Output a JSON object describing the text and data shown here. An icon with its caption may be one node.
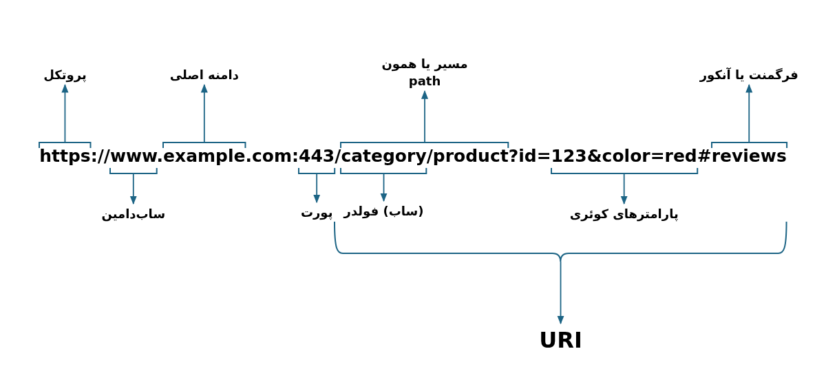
{
  "diagram": {
    "nodes": [
      {
        "text": [
          "پروتکل"
        ]
      },
      {
        "text": [
          "دامنه اصلی"
        ]
      },
      {
        "text": [
          "مسیر یا همون path"
        ]
      },
      {
        "text": [
          "فرگمنت یا آنکور"
        ]
      },
      {
        "text": [],
        "shape": "bracket"
      },
      {
        "text": [],
        "shape": "bracket"
      },
      {
        "text": [],
        "shape": "bracket"
      },
      {
        "text": [],
        "shape": "bracket"
      },
      {
        "text": [],
        "shape": "bracket"
      },
      {
        "text": [],
        "shape": "bracket"
      },
      {
        "text": [],
        "shape": "bracket"
      },
      {
        "text": [],
        "shape": "bracket"
      },
      {
        "text": [],
        "shape": "brace"
      },
      {
        "text": [
          "ساب‌دامین"
        ]
      },
      {
        "text": [
          "پورت"
        ]
      },
      {
        "text": [
          "(ساب) فولدر"
        ]
      },
      {
        "text": [
          "پارامترهای کوئری"
        ]
      },
      {
        "text": [
          "URI"
        ]
      }
    ],
    "edges": [
      {
        "from": 4,
        "to": 0,
        "arrow": "to"
      },
      {
        "from": 5,
        "to": 1,
        "arrow": "to"
      },
      {
        "from": 6,
        "to": 2,
        "arrow": "to"
      },
      {
        "from": 7,
        "to": 3,
        "arrow": "to"
      },
      {
        "from": 8,
        "to": 13,
        "arrow": "to"
      },
      {
        "from": 9,
        "to": 14,
        "arrow": "to"
      },
      {
        "from": 10,
        "to": 15,
        "arrow": "to"
      },
      {
        "from": 11,
        "to": 16,
        "arrow": "to"
      },
      {
        "from": 12,
        "to": 17,
        "arrow": "to"
      }
    ],
    "labels": [
      "https://www.example.com:443/category/product?id=123&color=red#reviews"
    ]
  }
}
